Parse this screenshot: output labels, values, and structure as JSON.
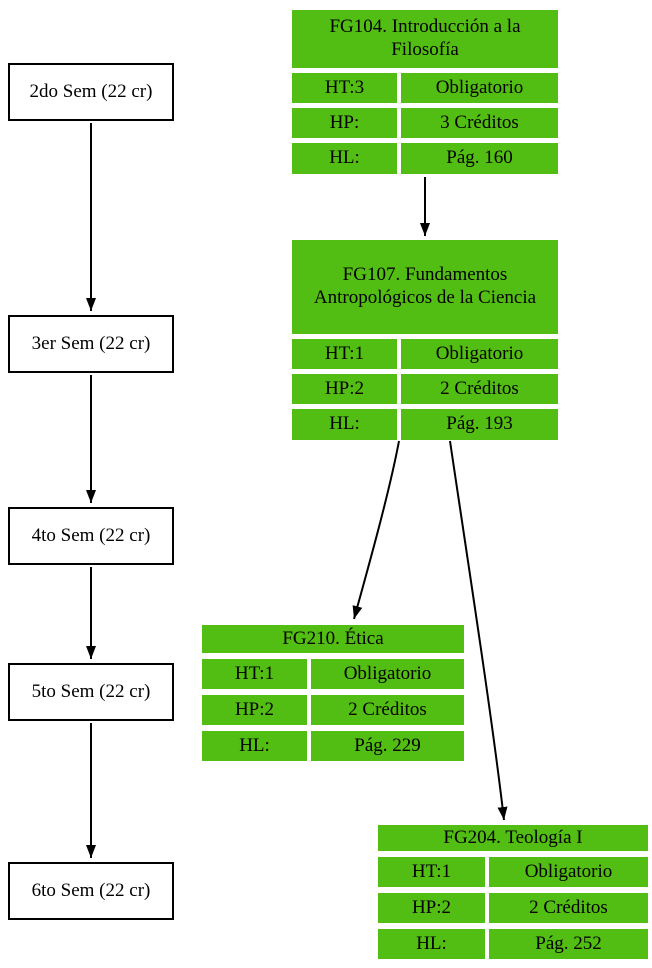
{
  "diagram": {
    "type": "curriculum-flowchart"
  },
  "colors": {
    "course_fill": "#52BD13",
    "semester_fill": "#FFFFFF",
    "border": "#000000",
    "text": "#000000"
  },
  "semesters": [
    {
      "label": "2do Sem (22 cr)"
    },
    {
      "label": "3er Sem (22 cr)"
    },
    {
      "label": "4to Sem (22 cr)"
    },
    {
      "label": "5to Sem (22 cr)"
    },
    {
      "label": "6to Sem (22 cr)"
    }
  ],
  "courses": [
    {
      "id": "FG104",
      "title": "FG104. Introducción a la Filosofía",
      "rows": [
        [
          "HT:3",
          "Obligatorio"
        ],
        [
          "HP:",
          "3 Créditos"
        ],
        [
          "HL:",
          "Pág. 160"
        ]
      ]
    },
    {
      "id": "FG107",
      "title": "FG107. Fundamentos Antropológicos de la Ciencia",
      "rows": [
        [
          "HT:1",
          "Obligatorio"
        ],
        [
          "HP:2",
          "2 Créditos"
        ],
        [
          "HL:",
          "Pág. 193"
        ]
      ]
    },
    {
      "id": "FG210",
      "title": "FG210. Ética",
      "rows": [
        [
          "HT:1",
          "Obligatorio"
        ],
        [
          "HP:2",
          "2 Créditos"
        ],
        [
          "HL:",
          "Pág. 229"
        ]
      ]
    },
    {
      "id": "FG204",
      "title": "FG204. Teología I",
      "rows": [
        [
          "HT:1",
          "Obligatorio"
        ],
        [
          "HP:2",
          "2 Créditos"
        ],
        [
          "HL:",
          "Pág. 252"
        ]
      ]
    }
  ],
  "edges": [
    {
      "from": "2do Sem (22 cr)",
      "to": "3er Sem (22 cr)"
    },
    {
      "from": "3er Sem (22 cr)",
      "to": "4to Sem (22 cr)"
    },
    {
      "from": "4to Sem (22 cr)",
      "to": "5to Sem (22 cr)"
    },
    {
      "from": "5to Sem (22 cr)",
      "to": "6to Sem (22 cr)"
    },
    {
      "from": "FG104",
      "to": "FG107"
    },
    {
      "from": "FG107",
      "to": "FG210"
    },
    {
      "from": "FG107",
      "to": "FG204"
    }
  ]
}
